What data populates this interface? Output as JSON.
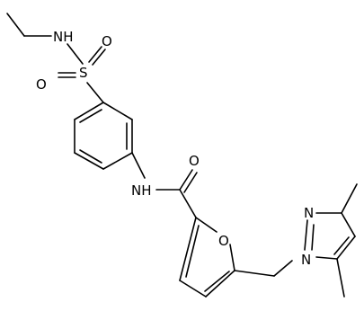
{
  "molecule": {
    "atom_labels": {
      "sulfonamide_nh": "NH",
      "sulfur": "S",
      "sulfonyl_o_left": "O",
      "sulfonyl_o_right": "O",
      "amide_nh": "NH",
      "amide_o": "O",
      "furan_o": "O",
      "pyrazole_n2": "N",
      "pyrazole_n1": "N"
    }
  }
}
